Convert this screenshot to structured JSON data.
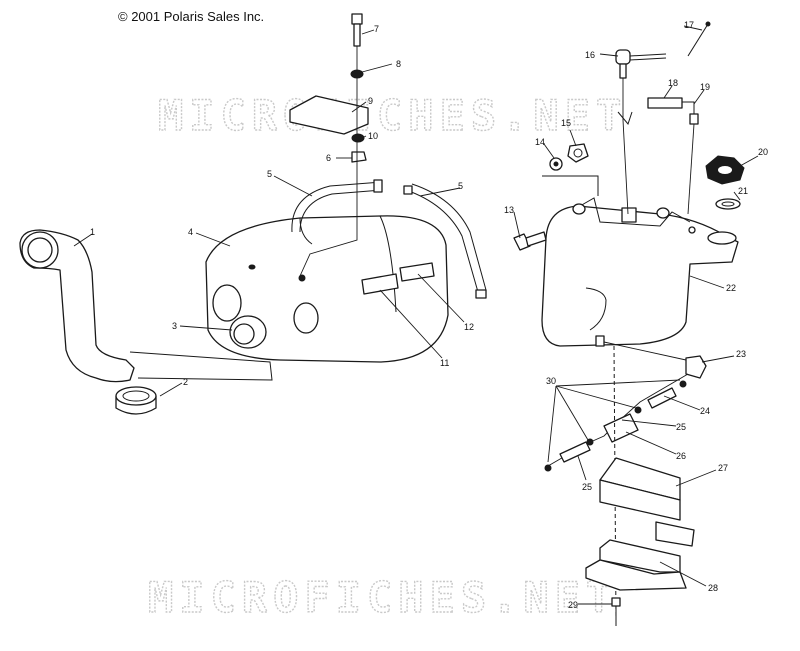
{
  "copyright": "© 2001 Polaris Sales Inc.",
  "watermark": "MICROFICHES.NET",
  "callouts": [
    "1",
    "2",
    "3",
    "4",
    "5",
    "5",
    "6",
    "7",
    "8",
    "9",
    "10",
    "11",
    "12",
    "13",
    "14",
    "15",
    "16",
    "17",
    "18",
    "19",
    "20",
    "21",
    "22",
    "23",
    "24",
    "25",
    "25",
    "26",
    "27",
    "28",
    "29",
    "30"
  ]
}
